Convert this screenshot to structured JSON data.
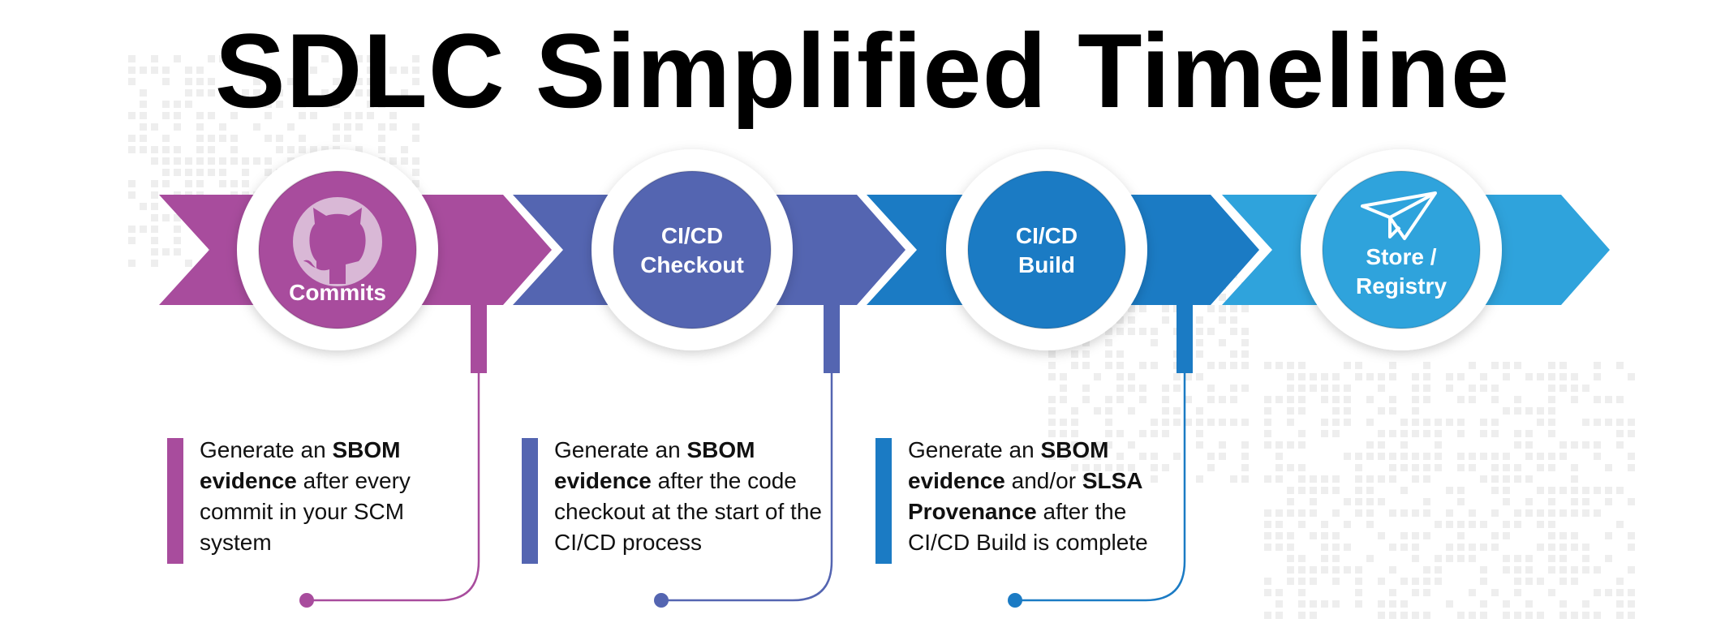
{
  "title": "SDLC Simplified Timeline",
  "colors": {
    "purple": "#A84C9D",
    "indigo": "#5465B1",
    "blue": "#1B7BC4",
    "sky": "#2FA3DC",
    "map_dots": "#EEEEEE"
  },
  "stages": [
    {
      "label_lines": [
        "Commits"
      ],
      "icon": "github-octocat-icon",
      "color": "#A84C9D",
      "description": [
        {
          "text": "Generate an ",
          "bold": false
        },
        {
          "text": "SBOM evidence",
          "bold": true
        },
        {
          "text": " after every commit in your SCM system",
          "bold": false
        }
      ]
    },
    {
      "label_lines": [
        "CI/CD",
        "Checkout"
      ],
      "icon": "",
      "color": "#5465B1",
      "description": [
        {
          "text": "Generate an ",
          "bold": false
        },
        {
          "text": "SBOM evidence",
          "bold": true
        },
        {
          "text": " after the code checkout at the start of the CI/CD process",
          "bold": false
        }
      ]
    },
    {
      "label_lines": [
        "CI/CD",
        "Build"
      ],
      "icon": "",
      "color": "#1B7BC4",
      "description": [
        {
          "text": "Generate an ",
          "bold": false
        },
        {
          "text": "SBOM evidence",
          "bold": true
        },
        {
          "text": " and/or ",
          "bold": false
        },
        {
          "text": "SLSA Provenance",
          "bold": true
        },
        {
          "text": " after the CI/CD Build is complete",
          "bold": false
        }
      ]
    },
    {
      "label_lines": [
        "Store /",
        "Registry"
      ],
      "icon": "paper-plane-icon",
      "color": "#2FA3DC",
      "description": []
    }
  ]
}
